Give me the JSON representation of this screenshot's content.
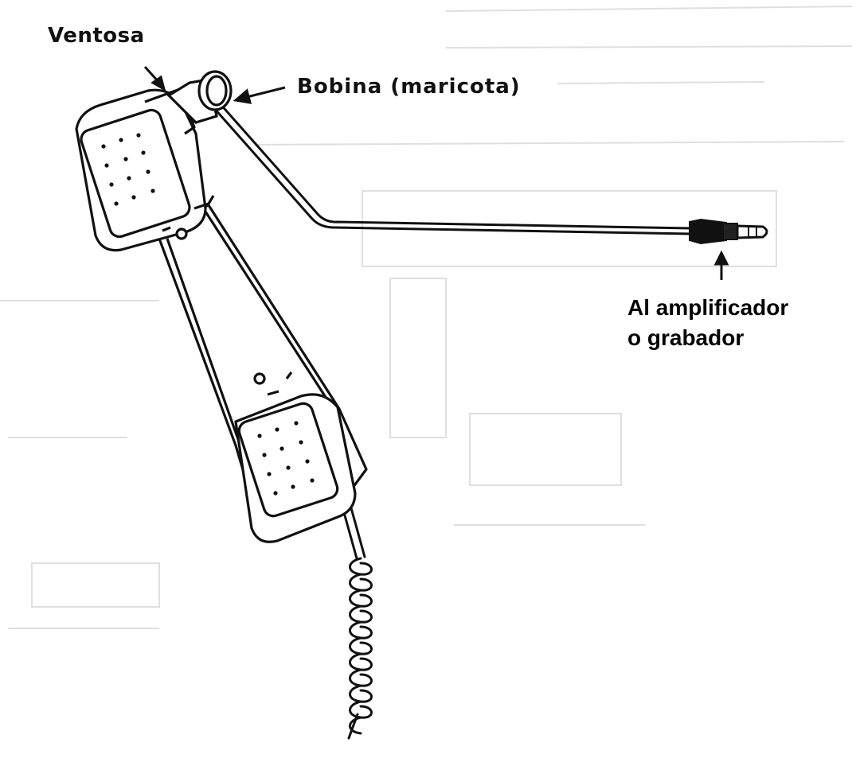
{
  "labels": {
    "ventosa": "Ventosa",
    "bobina": "Bobina (maricota)",
    "amplifier_line1": "Al amplificador",
    "amplifier_line2": "o grabador"
  },
  "colors": {
    "ink": "#111111",
    "faint_bleed": "#d9d9d9",
    "background": "#ffffff"
  }
}
